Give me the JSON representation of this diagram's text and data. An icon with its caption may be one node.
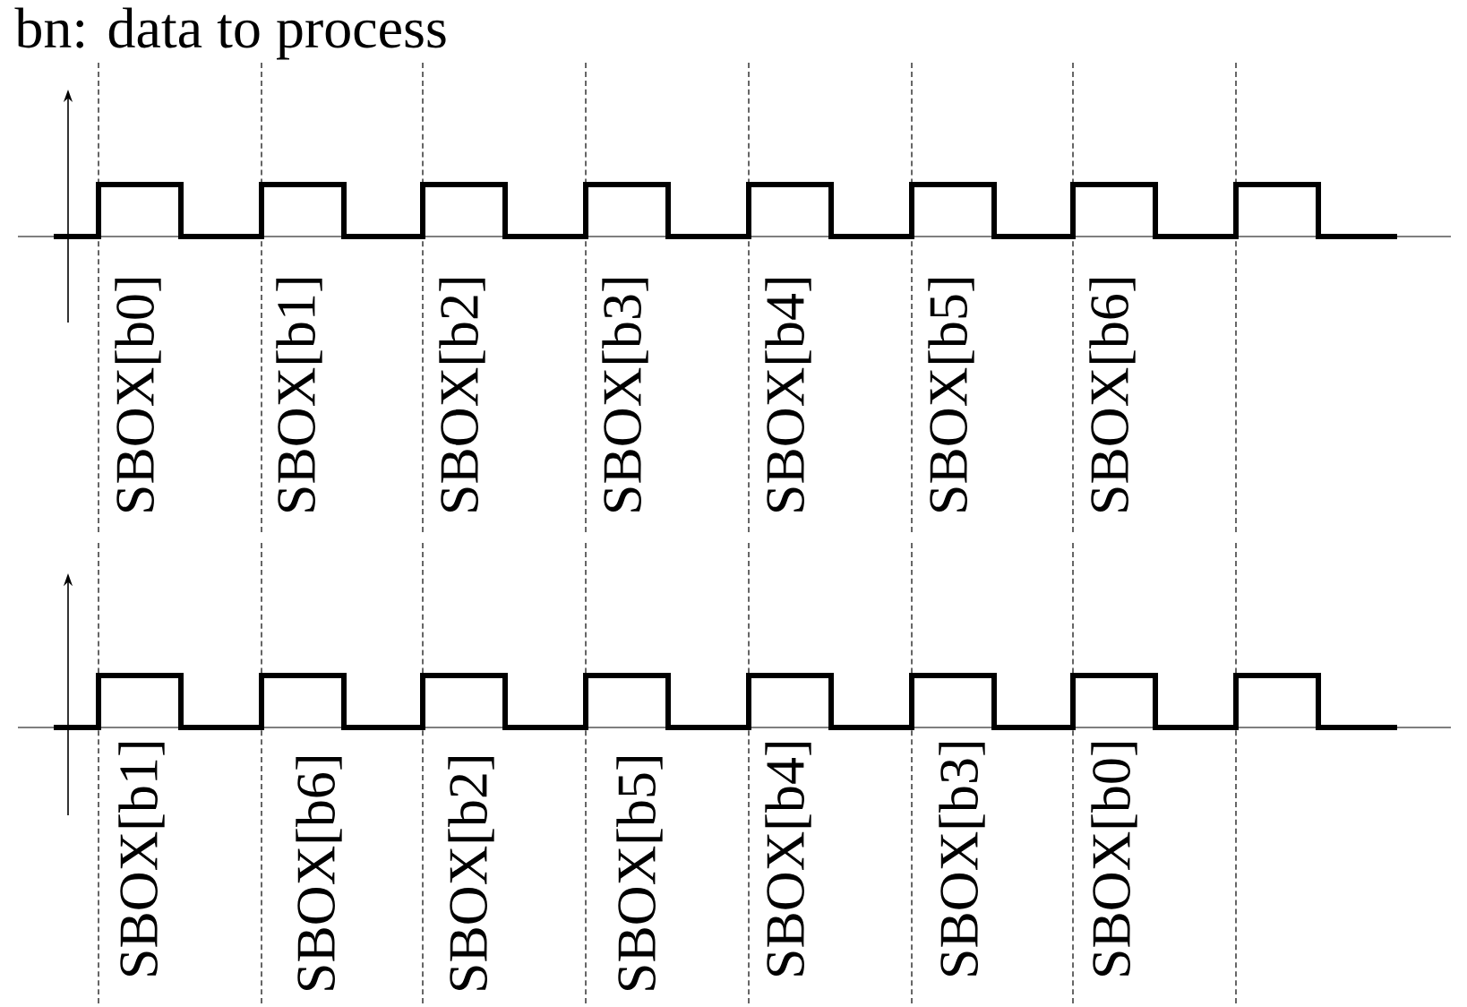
{
  "diagram": {
    "title": "bn: data to process",
    "labels": [
      "SBOX[b0]",
      "SBOX[b1]",
      "SBOX[b2]",
      "SBOX[b3]",
      "SBOX[b4]",
      "SBOX[b5]",
      "SBOX[b6]",
      "SBOX[b1]",
      "SBOX[b6]",
      "SBOX[b2]",
      "SBOX[b5]",
      "SBOX[b4]",
      "SBOX[b3]",
      "SBOX[b0]"
    ]
  }
}
